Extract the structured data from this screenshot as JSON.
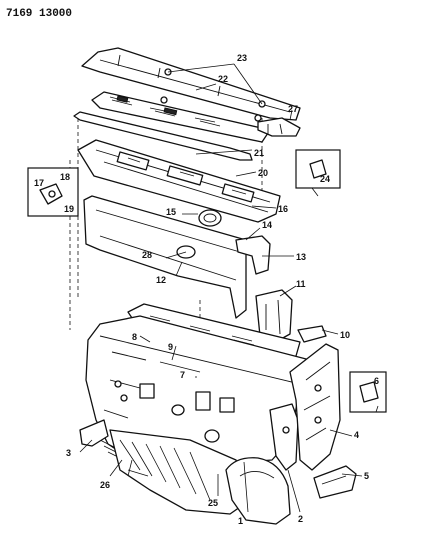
{
  "header": {
    "code": "7169 13000"
  },
  "callouts": {
    "c1": "1",
    "c2": "2",
    "c3": "3",
    "c4": "4",
    "c5": "5",
    "c6": "6",
    "c7": "7",
    "c8": "8",
    "c9": "9",
    "c10": "10",
    "c11": "11",
    "c12": "12",
    "c13": "13",
    "c14": "14",
    "c15": "15",
    "c16": "16",
    "c17": "17",
    "c18": "18",
    "c19": "19",
    "c20": "20",
    "c21": "21",
    "c22": "22",
    "c23": "23",
    "c24": "24",
    "c25": "25",
    "c26": "26",
    "c27": "27",
    "c28": "28"
  },
  "colors": {
    "ink": "#111111",
    "paper": "#ffffff"
  }
}
